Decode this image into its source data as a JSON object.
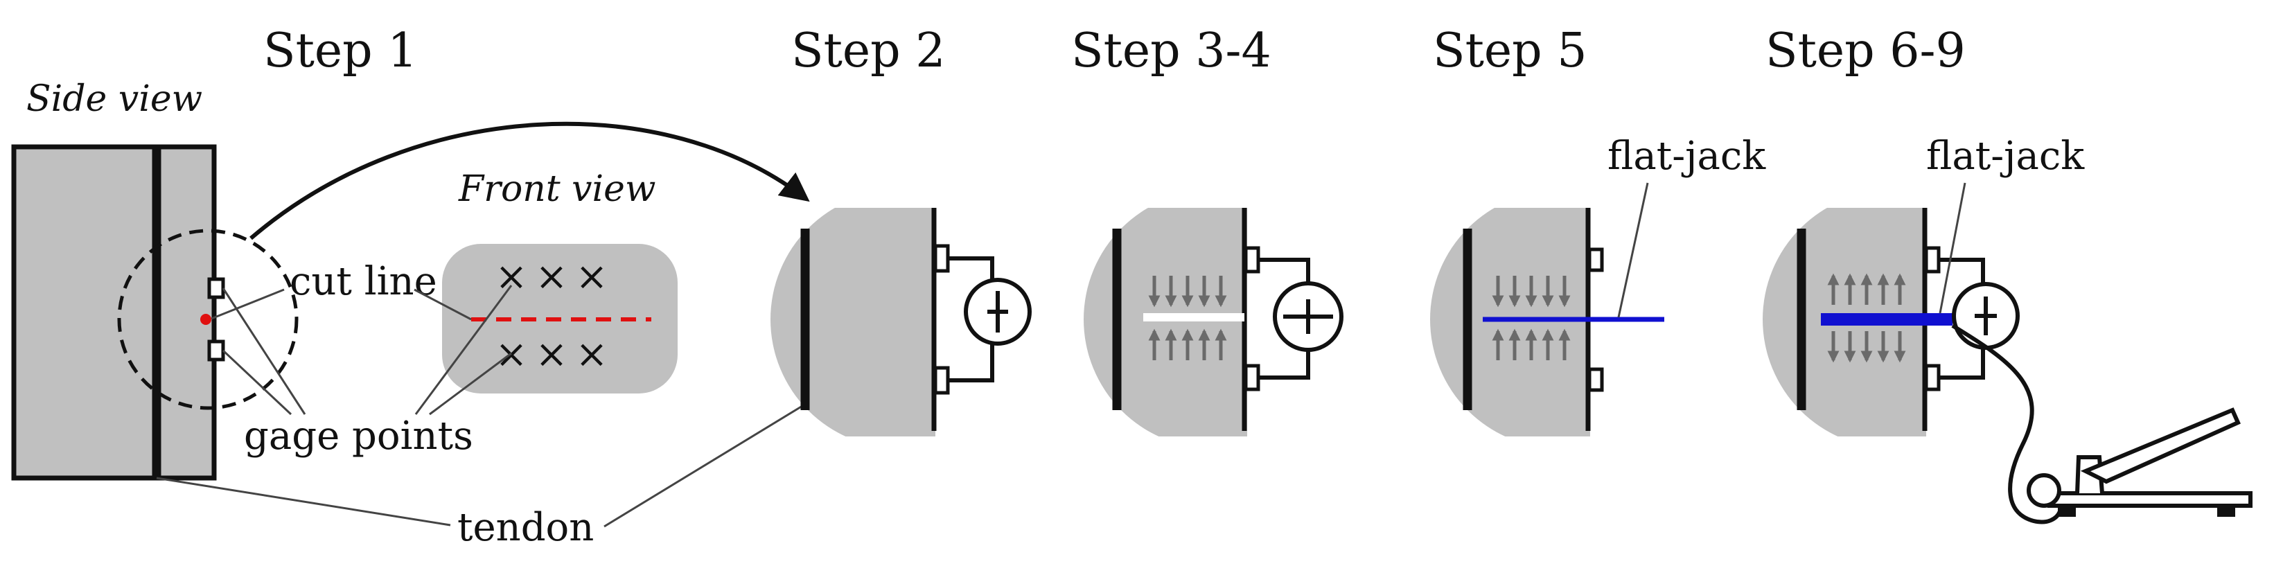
{
  "steps": {
    "step1": "Step 1",
    "step2": "Step 2",
    "step3": "Step 3-4",
    "step4": "Step 5",
    "step5": "Step 6-9"
  },
  "views": {
    "side": "Side view",
    "front": "Front view"
  },
  "labels": {
    "cut_line": "cut line",
    "gage_points": "gage points",
    "tendon": "tendon",
    "flat_jack_step5": "flat-jack",
    "flat_jack_step6": "flat-jack"
  },
  "markers": {
    "x_mark": "×"
  },
  "colors": {
    "concrete": "#c0c0c0",
    "outline": "#111111",
    "cut_line": "#e01010",
    "flat_jack": "#1010d0",
    "arrow_gray": "#6a6a6a"
  }
}
